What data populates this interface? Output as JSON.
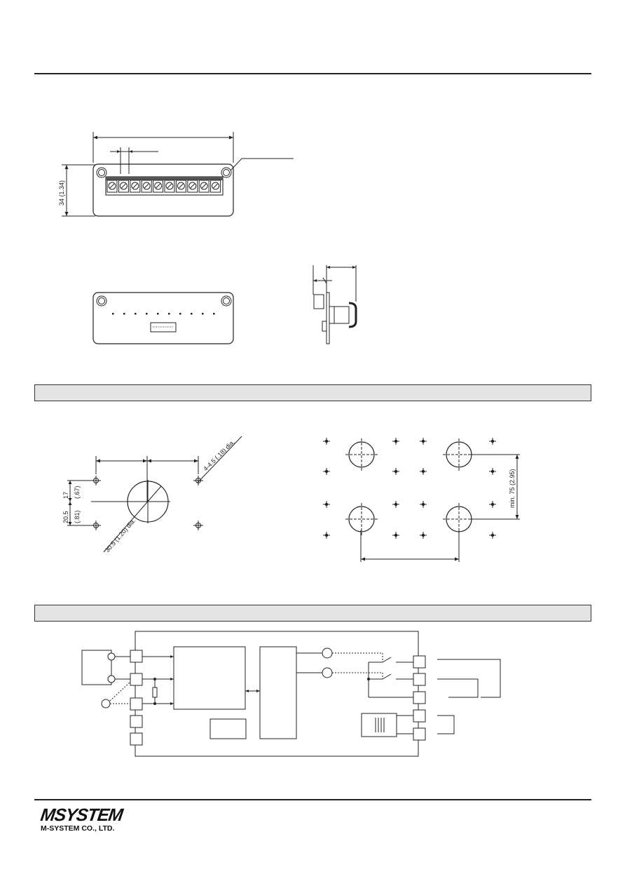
{
  "dimensions": {
    "front_height": "34 (1.34)",
    "cutout_spacing_17": "17",
    "cutout_spacing_17_in": "(.67)",
    "cutout_spacing_20_5": "20.5",
    "cutout_spacing_20_5_in": "(.81)",
    "screw_hole_dia": "4-4.5 (.18) dia.",
    "cutout_dia": "30.5 (1.20) dia.",
    "min_vertical_spacing": "min. 75 (2.95)"
  },
  "footer": {
    "logo_word": "MSYSTEM",
    "logo_initial": "M",
    "company": "M-SYSTEM CO., LTD."
  },
  "colors": {
    "line": "#222222",
    "section_bar": "#e4e4e4"
  }
}
